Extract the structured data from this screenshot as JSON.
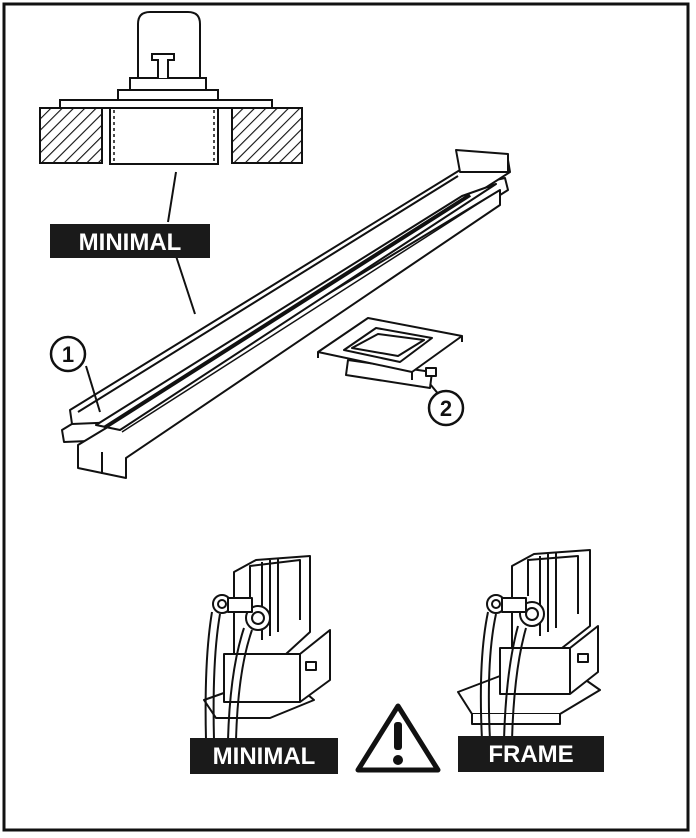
{
  "labels": {
    "top_label": "MINIMAL",
    "bottom_left_label": "MINIMAL",
    "bottom_right_label": "FRAME"
  },
  "callouts": {
    "part_1": "1",
    "part_2": "2"
  },
  "symbols": {
    "warning": "warning-triangle-icon"
  },
  "colors": {
    "ink": "#111111",
    "paper": "#ffffff",
    "label_bg": "#1a1a1a"
  }
}
